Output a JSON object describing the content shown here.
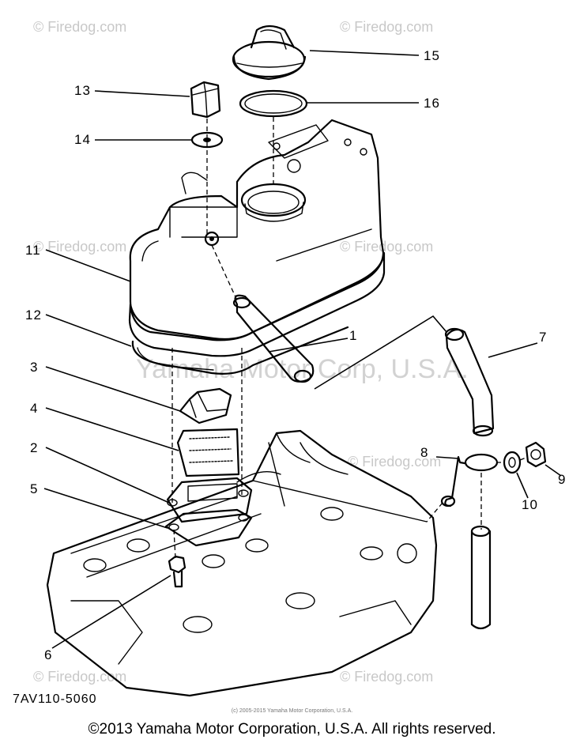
{
  "watermarks": {
    "site": "© Firedog.com",
    "site_plain": "© Firedog.com",
    "company": "Yamaha Motor Corp, U.S.A."
  },
  "callouts": {
    "c1": "1",
    "c2": "2",
    "c3": "3",
    "c4": "4",
    "c5": "5",
    "c6": "6",
    "c7": "7",
    "c8": "8",
    "c9": "9",
    "c10": "10",
    "c11": "11",
    "c12": "12",
    "c13": "13",
    "c14": "14",
    "c15": "15",
    "c16": "16"
  },
  "diagram_code": "7AV110-5060",
  "small_note": "(c) 2005-2015 Yamaha Motor Corporation, U.S.A.",
  "copyright": "©2013 Yamaha Motor Corporation, U.S.A. All rights reserved."
}
